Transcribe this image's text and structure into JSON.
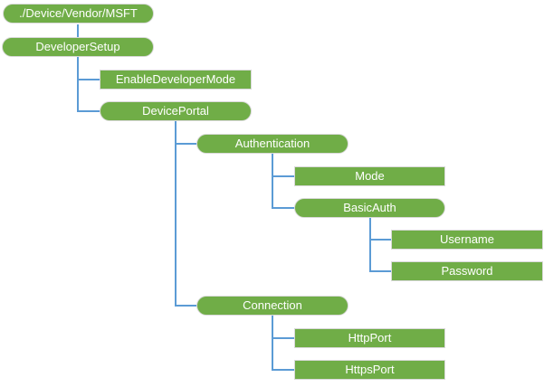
{
  "diagram": {
    "type": "tree",
    "colors": {
      "node_fill": "#70AD47",
      "node_text": "#FFFFFF",
      "node_border": "#D9D9D9",
      "connector": "#5B9BD5",
      "background": "#FFFFFF"
    },
    "nodes": [
      {
        "label": "./Device/Vendor/MSFT",
        "shape": "pill",
        "parent": null
      },
      {
        "label": "DeveloperSetup",
        "shape": "pill",
        "parent": "./Device/Vendor/MSFT"
      },
      {
        "label": "EnableDeveloperMode",
        "shape": "rect",
        "parent": "DeveloperSetup"
      },
      {
        "label": "DevicePortal",
        "shape": "pill",
        "parent": "DeveloperSetup"
      },
      {
        "label": "Authentication",
        "shape": "pill",
        "parent": "DevicePortal"
      },
      {
        "label": "Mode",
        "shape": "rect",
        "parent": "Authentication"
      },
      {
        "label": "BasicAuth",
        "shape": "pill",
        "parent": "Authentication"
      },
      {
        "label": "Username",
        "shape": "rect",
        "parent": "BasicAuth"
      },
      {
        "label": "Password",
        "shape": "rect",
        "parent": "BasicAuth"
      },
      {
        "label": "Connection",
        "shape": "pill",
        "parent": "DevicePortal"
      },
      {
        "label": "HttpPort",
        "shape": "rect",
        "parent": "Connection"
      },
      {
        "label": "HttpsPort",
        "shape": "rect",
        "parent": "Connection"
      }
    ]
  }
}
